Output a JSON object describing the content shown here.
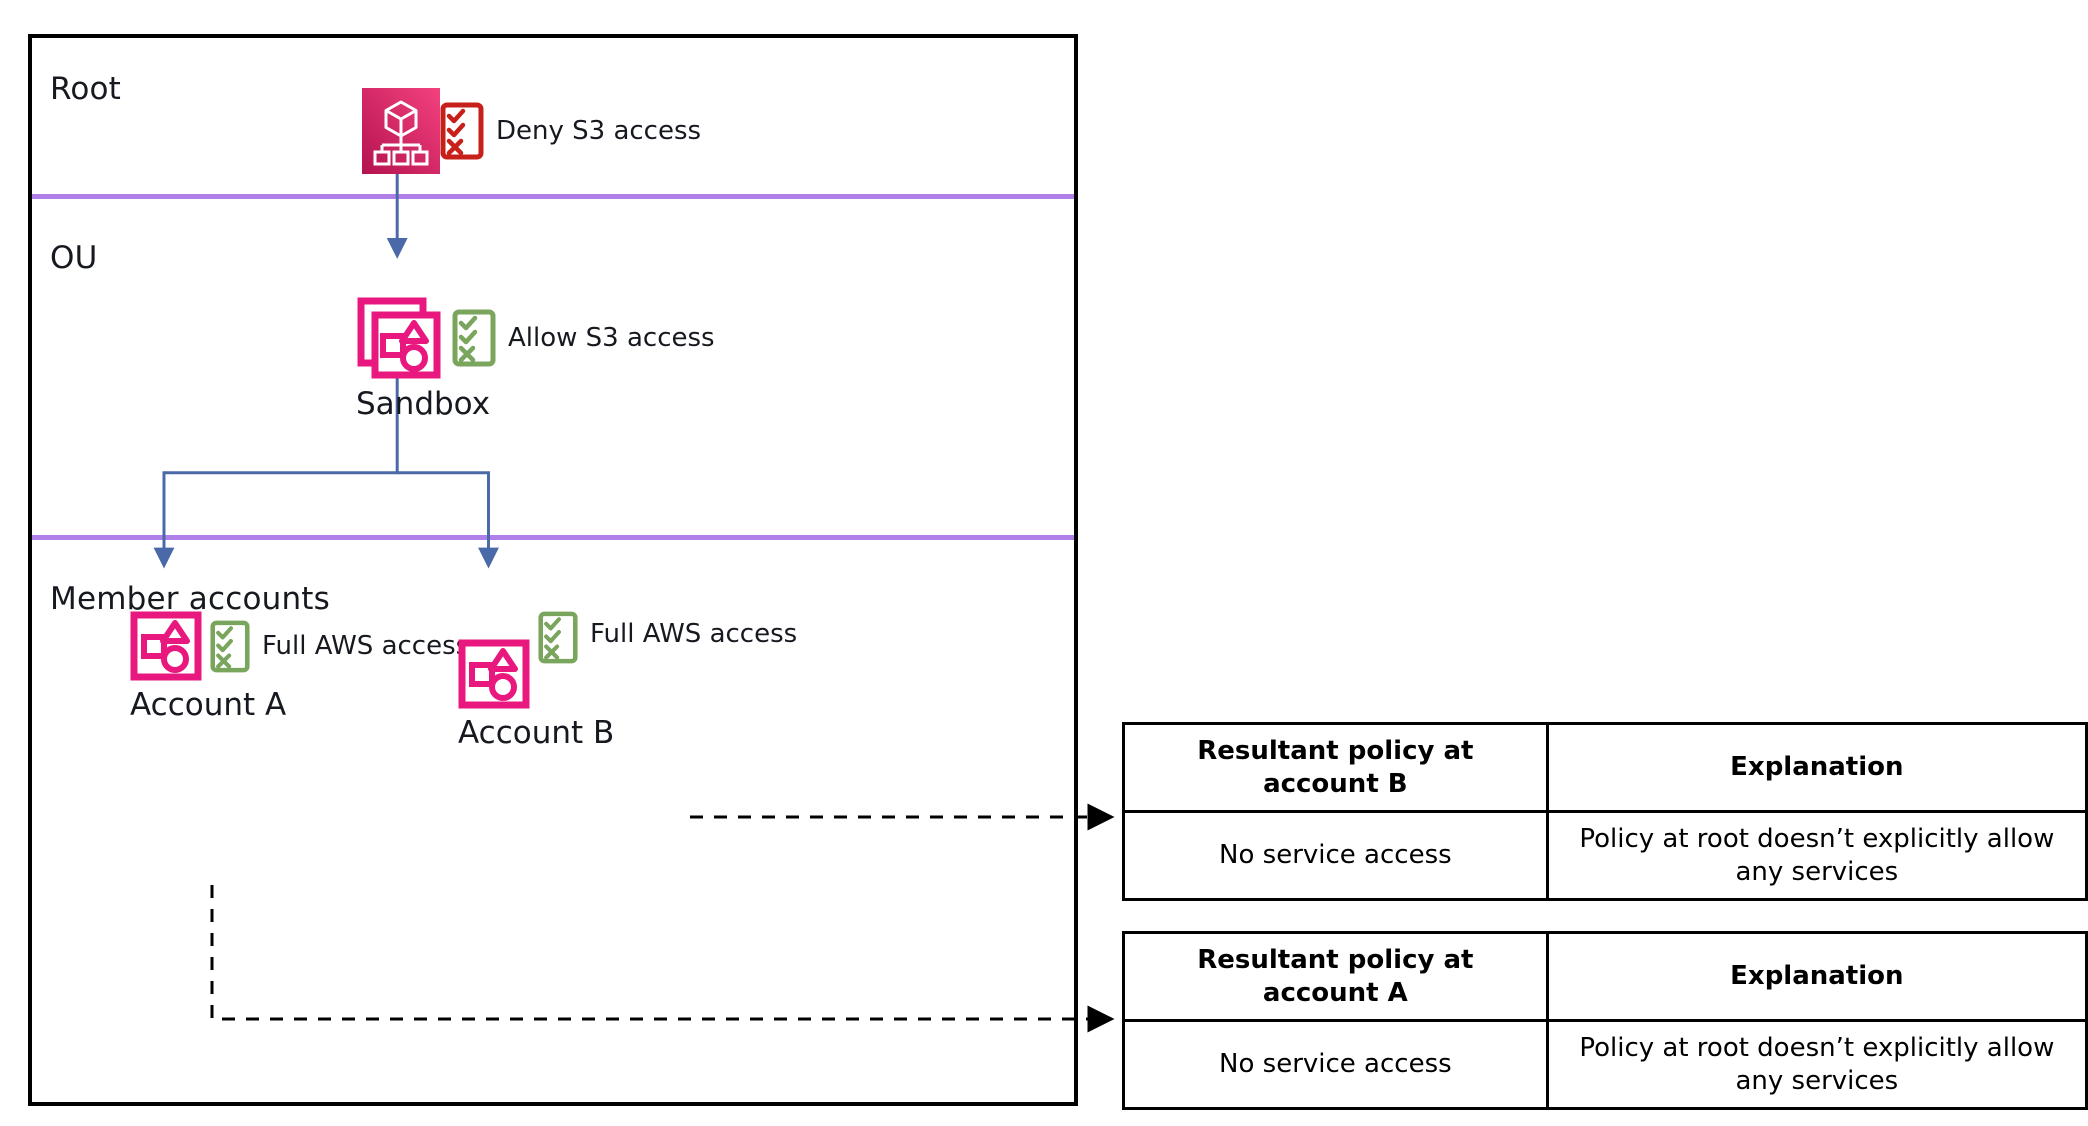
{
  "diagram": {
    "tiers": [
      {
        "id": "root",
        "label": "Root"
      },
      {
        "id": "ou",
        "label": "OU"
      },
      {
        "id": "members",
        "label": "Member accounts"
      }
    ],
    "nodes": [
      {
        "id": "root-org",
        "icon": "aws-organizations-icon",
        "caption": "",
        "policy_label": "Deny S3 access",
        "policy_state": "deny",
        "policy_color": "#c7201b"
      },
      {
        "id": "sandbox-ou",
        "icon": "organizational-unit-icon",
        "caption": "Sandbox",
        "policy_label": "Allow S3 access",
        "policy_state": "allow",
        "policy_color": "#7aa55c"
      },
      {
        "id": "account-a",
        "icon": "aws-account-icon",
        "caption": "Account A",
        "policy_label": "Full AWS access",
        "policy_state": "allow",
        "policy_color": "#7aa55c"
      },
      {
        "id": "account-b",
        "icon": "aws-account-icon",
        "caption": "Account B",
        "policy_label": "Full AWS access",
        "policy_state": "allow",
        "policy_color": "#7aa55c"
      }
    ],
    "colors": {
      "divider": "#b07fe8",
      "connector": "#4a69a8",
      "icon_pink": "#e8187f",
      "icon_gradient_from": "#f4377f",
      "icon_gradient_to": "#bb1653",
      "deny_red": "#c7201b",
      "allow_green": "#7aa55c",
      "frame": "#000000"
    }
  },
  "tables": [
    {
      "id": "account-b",
      "headers": [
        "Resultant policy at account B",
        "Explanation"
      ],
      "rows": [
        [
          "No service access",
          "Policy at root doesn’t explicitly allow any services"
        ]
      ]
    },
    {
      "id": "account-a",
      "headers": [
        "Resultant policy at account A",
        "Explanation"
      ],
      "rows": [
        [
          "No service access",
          "Policy at root doesn’t explicitly allow any services"
        ]
      ]
    }
  ]
}
